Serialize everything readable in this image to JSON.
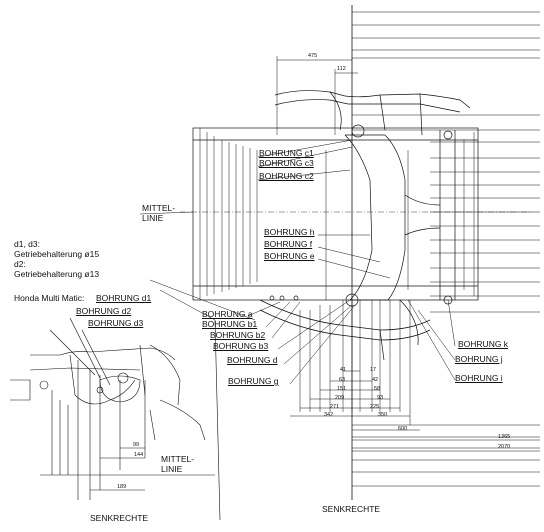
{
  "labels": {
    "mittellinie_main_1": "MITTEL-",
    "mittellinie_main_2": "LINIE",
    "mittellinie_inset_1": "MITTEL-",
    "mittellinie_inset_2": "LINIE",
    "senkrechte_main": "SENKRECHTE",
    "senkrechte_inset": "SENKRECHTE",
    "note_d13": "d1, d3:",
    "note_d13_value": "Getriebehalterung ø15",
    "note_d2": "d2:",
    "note_d2_value": "Getriebehalterung ø13",
    "inset_title": "Honda Multi Matic:",
    "bohrung_d1": "BOHRUNG d1",
    "bohrung_d2": "BOHRUNG d2",
    "bohrung_d3": "BOHRUNG d3",
    "bohrung_c1": "BOHRUNG c1",
    "bohrung_c3": "BOHRUNG c3",
    "bohrung_c2": "BOHRUNG c2",
    "bohrung_h": "BOHRUNG h",
    "bohrung_f": "BOHRUNG f",
    "bohrung_e": "BOHRUNG e",
    "bohrung_a": "BOHRUNG a",
    "bohrung_b1": "BOHRUNG b1",
    "bohrung_b2": "BOHRUNG b2",
    "bohrung_b3": "BOHRUNG b3",
    "bohrung_d": "BOHRUNG d",
    "bohrung_g": "BOHRUNG g",
    "bohrung_k": "BOHRUNG k",
    "bohrung_j": "BOHRUNG j",
    "bohrung_i": "BOHRUNG i"
  },
  "dimensions": {
    "top_475": "475",
    "top_112": "112",
    "bottom_41": "41",
    "bottom_17": "17",
    "bottom_63": "63",
    "bottom_42": "42",
    "bottom_151": "151",
    "bottom_58": "58",
    "bottom_209": "209",
    "bottom_93": "93",
    "bottom_271": "271",
    "bottom_225": "225",
    "bottom_342": "342",
    "bottom_350": "350",
    "bottom_600": "600",
    "bottom_1365": "1365",
    "bottom_2070": "2070",
    "inset_99": "99",
    "inset_144": "144",
    "inset_189": "189"
  }
}
